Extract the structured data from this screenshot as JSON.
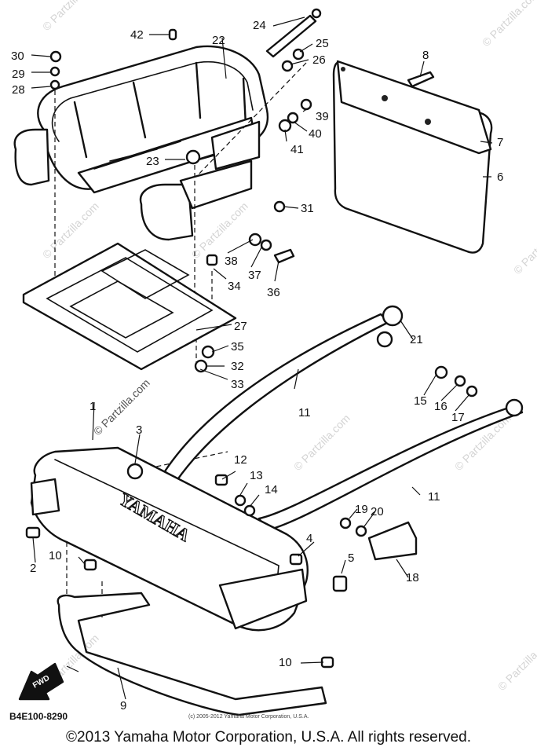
{
  "diagram": {
    "drawing_code": "B4E100-8290",
    "fine_print": "(c) 2005-2012 Yamaha Motor Corporation, U.S.A.",
    "fwd_label": "FWD",
    "brand_text": "YAMAHA",
    "watermark": "© Partzilla.com",
    "callouts": [
      "1",
      "2",
      "3",
      "4",
      "5",
      "6",
      "7",
      "8",
      "9",
      "10",
      "10",
      "11",
      "11",
      "12",
      "13",
      "14",
      "15",
      "16",
      "17",
      "18",
      "19",
      "20",
      "21",
      "22",
      "23",
      "24",
      "25",
      "26",
      "27",
      "28",
      "29",
      "30",
      "31",
      "32",
      "33",
      "34",
      "35",
      "36",
      "37",
      "38",
      "39",
      "40",
      "41",
      "42"
    ]
  },
  "footer": {
    "copyright": "©2013 Yamaha Motor Corporation, U.S.A. All rights reserved."
  }
}
